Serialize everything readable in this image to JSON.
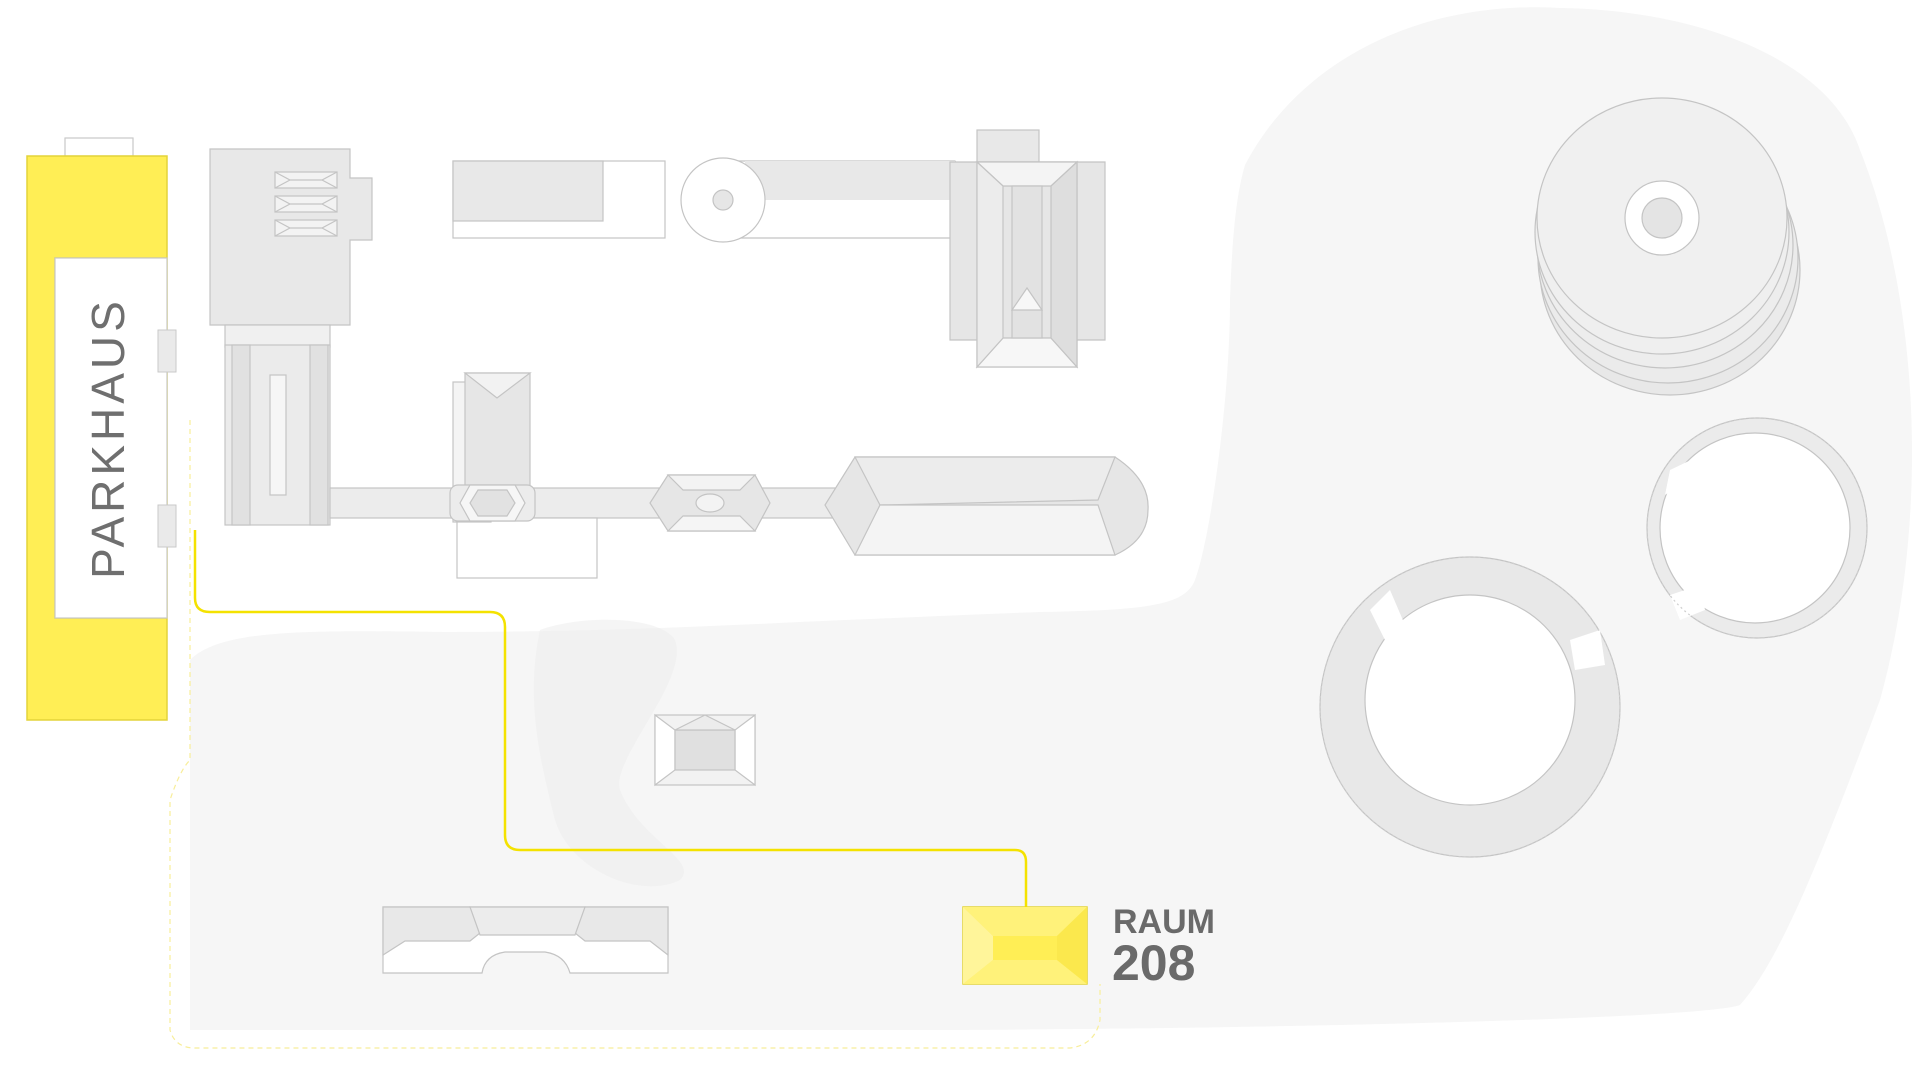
{
  "parking": {
    "label": "PARKHAUS"
  },
  "destination": {
    "label": "RAUM",
    "number": "208"
  },
  "route": {
    "style": "solid-line"
  },
  "colors": {
    "highlight": "#ffee55",
    "highlight_light": "#fff27a",
    "route": "#f4e200",
    "ground": "#f6f6f6",
    "building": "#e6e6e6",
    "building_stroke": "#c4c4c4",
    "label": "#6a6a6a"
  }
}
